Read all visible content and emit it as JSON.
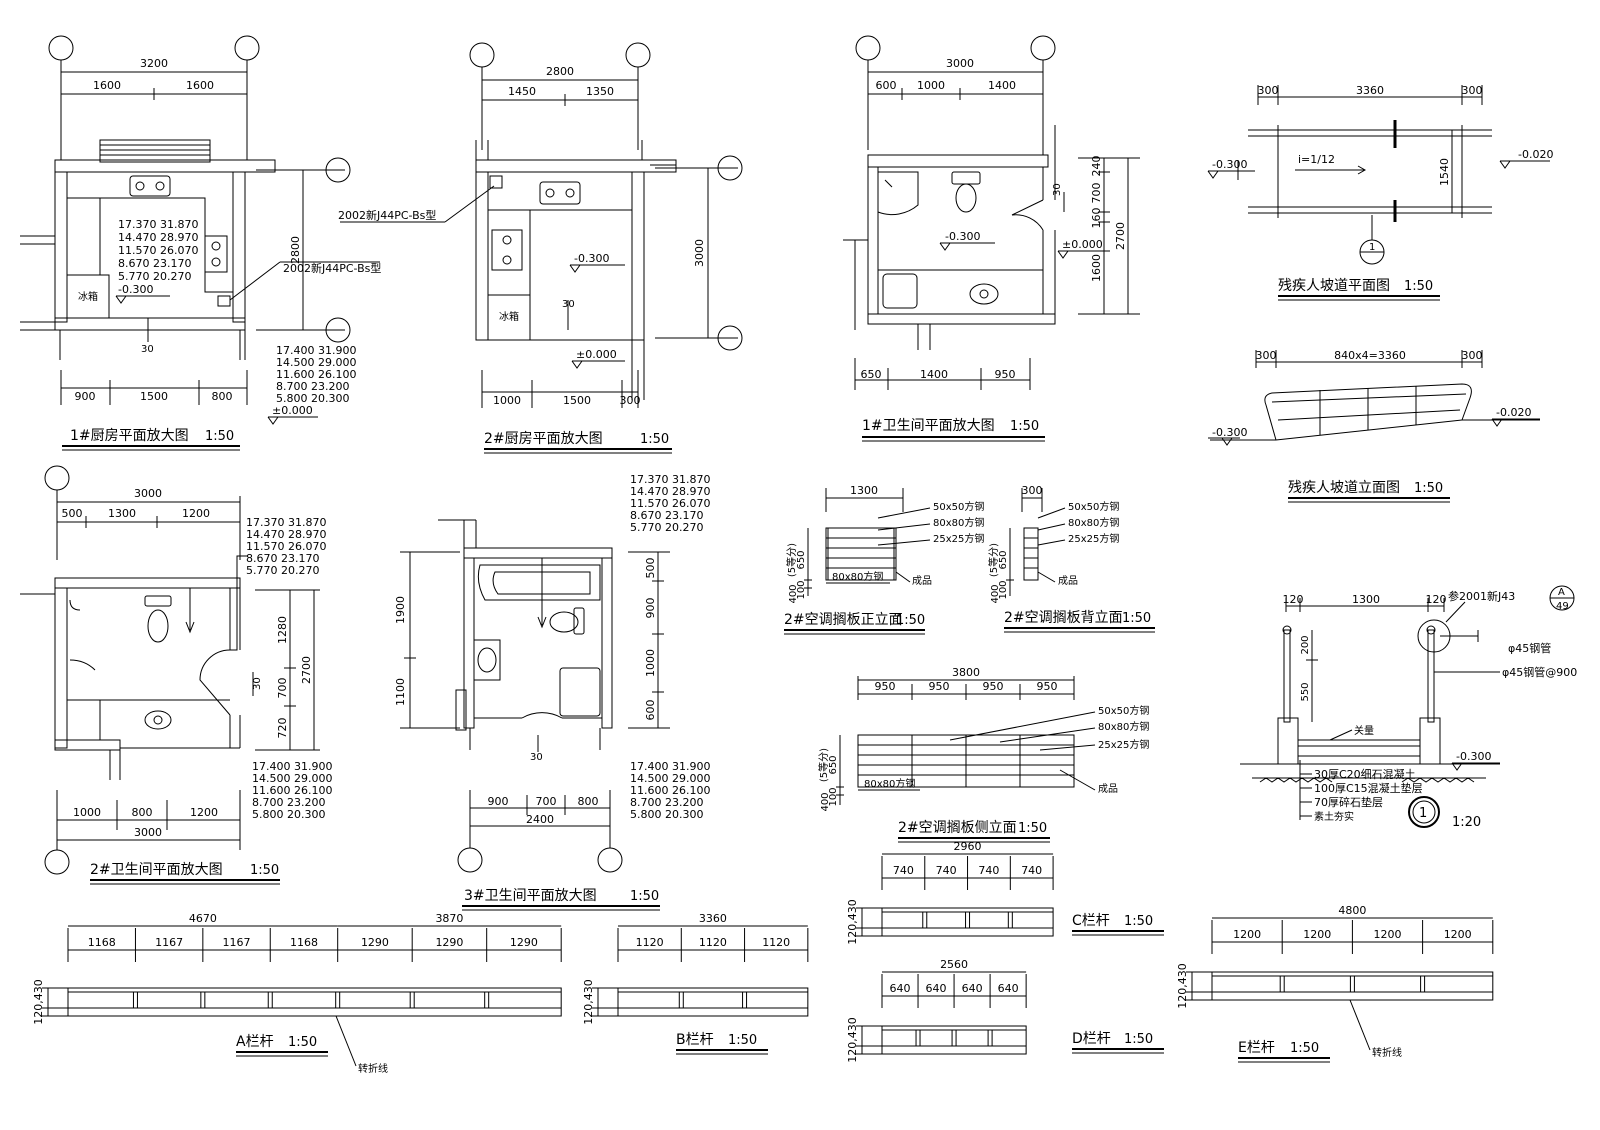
{
  "kitchen1": {
    "title": "1#厨房平面放大图",
    "scale": "1:50",
    "top_total": "3200",
    "top_a": "1600",
    "top_b": "1600",
    "bot_a": "900",
    "bot_b": "1500",
    "bot_c": "800",
    "right_dim": "2800",
    "window_note": "2002新J44PC-Bs型",
    "fridge": "冰箱",
    "level": "-0.300",
    "slope": "30",
    "elev_in": [
      "17.370  31.870",
      "14.470  28.970",
      "11.570  26.070",
      "8.670  23.170",
      "5.770  20.270"
    ],
    "elev_out": [
      "17.400  31.900",
      "14.500  29.000",
      "11.600  26.100",
      "8.700  23.200",
      "5.800  20.300"
    ],
    "elev_zero": "±0.000"
  },
  "kitchen2": {
    "title": "2#厨房平面放大图",
    "scale": "1:50",
    "top_total": "2800",
    "top_a": "1450",
    "top_b": "1350",
    "bot_a": "1000",
    "bot_b": "1500",
    "bot_c": "300",
    "right_dim": "3000",
    "window_note": "2002新J44PC-Bs型",
    "fridge": "冰箱",
    "level": "-0.300",
    "slope": "30",
    "level_zero": "±0.000"
  },
  "bath1": {
    "title": "1#卫生间平面放大图",
    "scale": "1:50",
    "top_total": "3000",
    "top_a": "600",
    "top_b": "1000",
    "top_c": "1400",
    "bot_a": "650",
    "bot_b": "1400",
    "bot_c": "950",
    "right_a": "240",
    "right_b": "700",
    "right_c": "160",
    "right_d": "1600",
    "right_total": "2700",
    "level": "-0.300",
    "level_zero": "±0.000",
    "slope": "30"
  },
  "bath2": {
    "title": "2#卫生间平面放大图",
    "scale": "1:50",
    "top_total": "3000",
    "top_a": "500",
    "top_b": "1300",
    "top_c": "1200",
    "bot_a": "1000",
    "bot_b": "800",
    "bot_c": "1200",
    "bot_total": "3000",
    "right_a": "1280",
    "right_b": "700",
    "right_c": "720",
    "right_total": "2700",
    "slope": "30",
    "elev_in": [
      "17.370  31.870",
      "14.470  28.970",
      "11.570  26.070",
      "8.670  23.170",
      "5.770  20.270"
    ],
    "elev_out": [
      "17.400  31.900",
      "14.500  29.000",
      "11.600  26.100",
      "8.700  23.200",
      "5.800  20.300"
    ]
  },
  "bath3": {
    "title": "3#卫生间平面放大图",
    "scale": "1:50",
    "left_a": "1900",
    "left_b": "1100",
    "right_a": "500",
    "right_b": "900",
    "right_c": "1000",
    "right_d": "600",
    "bot_a": "900",
    "bot_b": "700",
    "bot_c": "800",
    "bot_total": "2400",
    "slope": "30",
    "elev_in": [
      "17.370  31.870",
      "14.470  28.970",
      "11.570  26.070",
      "8.670  23.170",
      "5.770  20.270"
    ],
    "elev_out": [
      "17.400  31.900",
      "14.500  29.000",
      "11.600  26.100",
      "8.700  23.200",
      "5.800  20.300"
    ]
  },
  "ramp_plan": {
    "title": "残疾人坡道平面图",
    "scale": "1:50",
    "dim_a": "300",
    "dim_b": "3360",
    "dim_c": "300",
    "slope": "i=1/12",
    "width": "1540",
    "level_left": "-0.300",
    "level_right": "-0.020",
    "section_num": "1"
  },
  "ramp_elev": {
    "title": "残疾人坡道立面图",
    "scale": "1:50",
    "dim_a": "300",
    "dim_b": "840x4=3360",
    "dim_c": "300",
    "level_left": "-0.300",
    "level_right": "-0.020"
  },
  "ac_front": {
    "title": "2#空调搁板正立面",
    "scale": "1:50",
    "width": "1300",
    "h_a": "400",
    "h_b": "100",
    "h_c": "650",
    "h_note": "(5等分)",
    "notes": [
      "50x50方钢",
      "80x80方钢",
      "25x25方钢"
    ],
    "bottom_note": "80x80方钢",
    "finish": "成品"
  },
  "ac_back": {
    "title": "2#空调搁板背立面",
    "scale": "1:50",
    "width": "300",
    "h_a": "400",
    "h_b": "100",
    "h_c": "650",
    "h_note": "(5等分)",
    "notes": [
      "50x50方钢",
      "80x80方钢",
      "25x25方钢"
    ],
    "finish": "成品"
  },
  "ac_side": {
    "title": "2#空调搁板侧立面",
    "scale": "1:50",
    "total": "3800",
    "bays": [
      "950",
      "950",
      "950",
      "950"
    ],
    "h_a": "400",
    "h_b": "100",
    "h_c": "650",
    "h_note": "(5等分)",
    "notes": [
      "50x50方钢",
      "80x80方钢",
      "25x25方钢"
    ],
    "bottom_note": "80x80方钢",
    "finish": "成品"
  },
  "section": {
    "scale": "1:20",
    "num": "1",
    "ref": "参2001新J43",
    "ref_a": "A",
    "ref_b": "49",
    "dim_a": "120",
    "dim_b": "1300",
    "dim_c": "120",
    "v_a": "200",
    "v_b": "550",
    "pipe_a": "φ45钢管",
    "pipe_b": "φ45钢管@900",
    "level": "-0.300",
    "edge": "关量",
    "layers": [
      "30厚C20细石混凝土",
      "100厚C15混凝土垫层",
      "70厚碎石垫层",
      "素土夯实"
    ]
  },
  "rail_a": {
    "title": "A栏杆",
    "scale": "1:50",
    "total_a": "4670",
    "total_b": "3870",
    "bays": [
      "1168",
      "1167",
      "1167",
      "1168",
      "1290",
      "1290",
      "1290"
    ],
    "h": "120,430",
    "break_note": "转折线"
  },
  "rail_b": {
    "title": "B栏杆",
    "scale": "1:50",
    "total": "3360",
    "bays": [
      "1120",
      "1120",
      "1120"
    ],
    "h": "120,430"
  },
  "rail_c": {
    "title": "C栏杆",
    "scale": "1:50",
    "total": "2960",
    "bays": [
      "740",
      "740",
      "740",
      "740"
    ],
    "h": "120,430"
  },
  "rail_d": {
    "title": "D栏杆",
    "scale": "1:50",
    "total": "2560",
    "bays": [
      "640",
      "640",
      "640",
      "640"
    ],
    "h": "120,430"
  },
  "rail_e": {
    "title": "E栏杆",
    "scale": "1:50",
    "total": "4800",
    "bays": [
      "1200",
      "1200",
      "1200",
      "1200"
    ],
    "h": "120,430",
    "break_note": "转折线"
  }
}
